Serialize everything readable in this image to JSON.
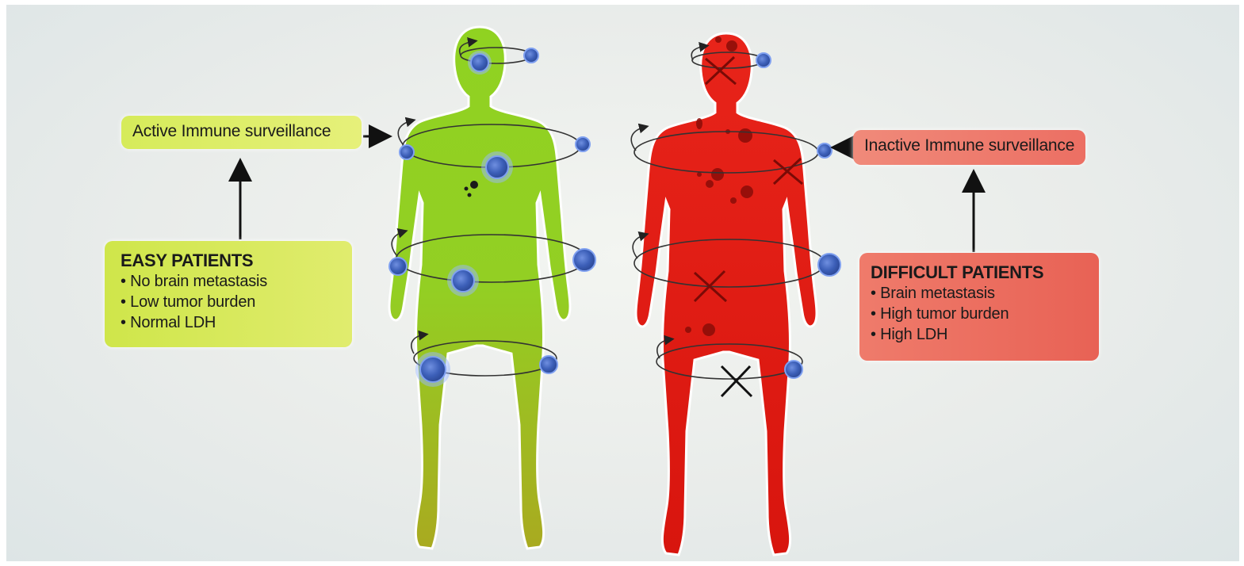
{
  "labels": {
    "active_surveillance": "Active Immune surveillance",
    "inactive_surveillance": "Inactive Immune surveillance"
  },
  "easy": {
    "title": "EASY PATIENTS",
    "items": [
      "• No brain metastasis",
      "• Low tumor burden",
      "• Normal LDH"
    ]
  },
  "difficult": {
    "title": "DIFFICULT PATIENTS",
    "items": [
      "• Brain metastasis",
      "• High tumor burden",
      "• High LDH"
    ]
  },
  "colors": {
    "green_figure_top": "#8fd21e",
    "green_figure_bottom": "#a9b41a",
    "red_figure_top": "#e8241a",
    "red_figure_bottom": "#d8150e",
    "immune_cell": "#4a6fc4",
    "arrow": "#111111"
  },
  "icons": [
    "immune-cell-icon",
    "tumor-dot-icon",
    "cross-mark-icon",
    "circular-arrow-icon"
  ]
}
